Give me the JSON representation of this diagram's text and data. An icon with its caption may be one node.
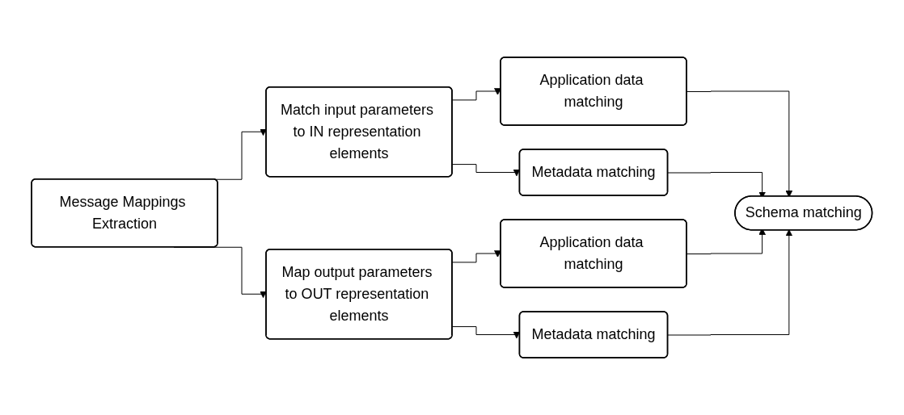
{
  "diagram": {
    "nodes": [
      {
        "text": [
          "Message Mappings Extraction"
        ]
      },
      {
        "text": [
          "Match input parameters to IN representation elements"
        ]
      },
      {
        "text": [
          "Application data matching"
        ]
      },
      {
        "text": [
          "Metadata matching"
        ]
      },
      {
        "text": [
          "Map output parameters to OUT representation elements"
        ]
      },
      {
        "text": [
          "Application data matching"
        ]
      },
      {
        "text": [
          "Metadata matching"
        ]
      },
      {
        "text": [
          "Schema matching"
        ]
      }
    ],
    "edges": [
      {
        "from": 0,
        "to": 1,
        "arrow": "to"
      },
      {
        "from": 0,
        "to": 4,
        "arrow": "to"
      },
      {
        "from": 1,
        "to": 2,
        "arrow": "to"
      },
      {
        "from": 1,
        "to": 3,
        "arrow": "to"
      },
      {
        "from": 4,
        "to": 5,
        "arrow": "to"
      },
      {
        "from": 4,
        "to": 6,
        "arrow": "to"
      },
      {
        "from": 2,
        "to": 7,
        "arrow": "to"
      },
      {
        "from": 3,
        "to": 7,
        "arrow": "to"
      },
      {
        "from": 5,
        "to": 7,
        "arrow": "to"
      },
      {
        "from": 6,
        "to": 7,
        "arrow": "to"
      }
    ]
  }
}
